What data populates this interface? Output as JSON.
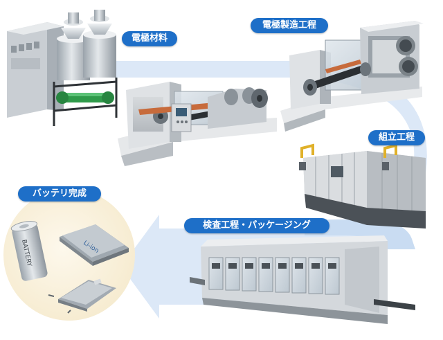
{
  "steps": {
    "material": "電極材料",
    "manufacturing": "電極製造工程",
    "assembly": "組立工程",
    "inspection": "検査工程・パッケージング",
    "complete": "バッテリ完成"
  },
  "products": {
    "cylinder_text": "BATTERY",
    "pouch_text": "Li-ion"
  },
  "colors": {
    "flow_band": "#dce8f7",
    "flow_band_dark": "#c9dcf2",
    "label_blue": "#1e6fc8",
    "circle_fill": "#fbf4e3"
  }
}
